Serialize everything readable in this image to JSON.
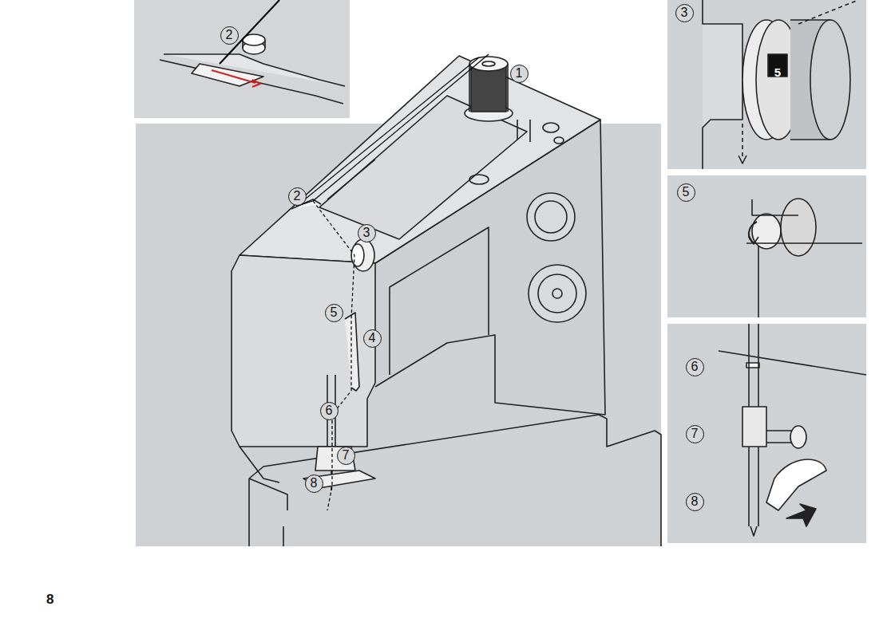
{
  "diagram": {
    "nodes": [
      {
        "text": [
          "2"
        ]
      },
      {
        "text": [
          "1"
        ]
      },
      {
        "text": [
          "2"
        ]
      },
      {
        "text": [
          "3"
        ]
      },
      {
        "text": [
          "5"
        ]
      },
      {
        "text": [
          "4"
        ]
      },
      {
        "text": [
          "6"
        ]
      },
      {
        "text": [
          "7"
        ]
      },
      {
        "text": [
          "8"
        ]
      },
      {
        "text": [
          "3"
        ]
      },
      {
        "text": [
          "5"
        ]
      },
      {
        "text": [
          "6"
        ]
      },
      {
        "text": [
          "7"
        ]
      },
      {
        "text": [
          "8"
        ]
      }
    ],
    "labels": [
      "5",
      "8"
    ]
  }
}
